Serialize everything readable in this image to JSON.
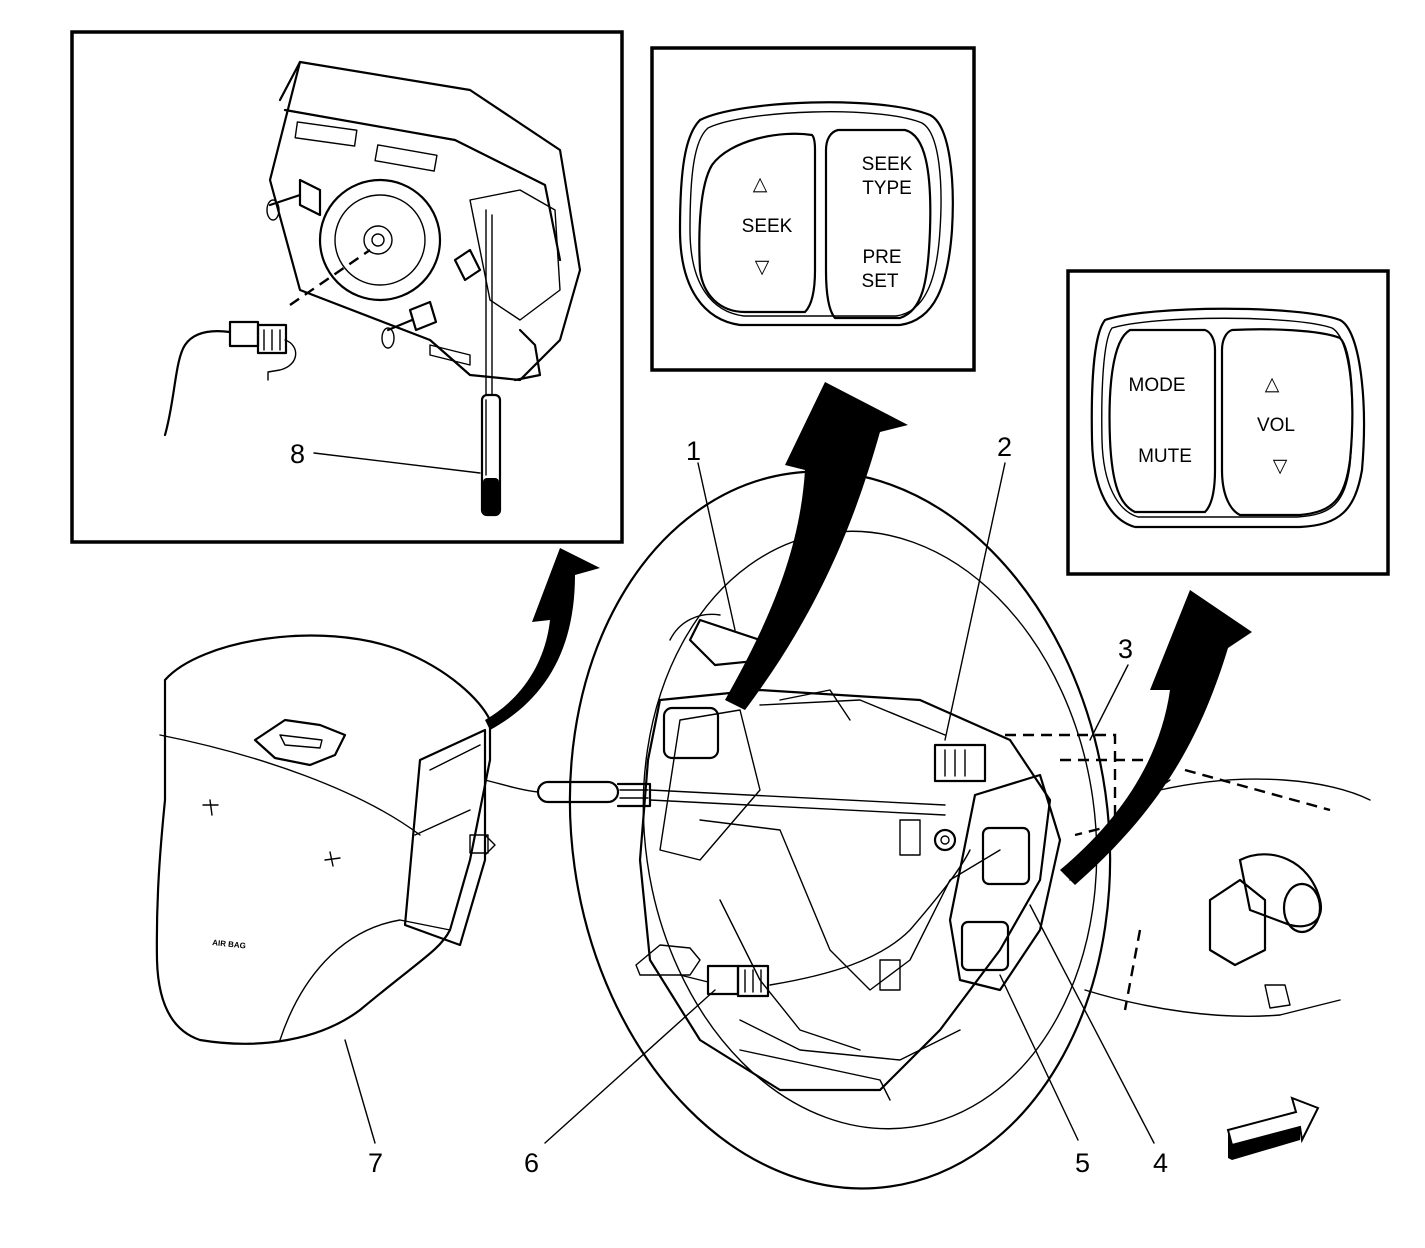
{
  "callouts": {
    "c1": "1",
    "c2": "2",
    "c3": "3",
    "c4": "4",
    "c5": "5",
    "c6": "6",
    "c7": "7",
    "c8": "8"
  },
  "left_switch_panel": {
    "seek_label": "SEEK",
    "seek_type_line1": "SEEK",
    "seek_type_line2": "TYPE",
    "preset_line1": "PRE",
    "preset_line2": "SET",
    "up_symbol": "△",
    "down_symbol": "▽"
  },
  "right_switch_panel": {
    "mode_label": "MODE",
    "mute_label": "MUTE",
    "vol_label": "VOL",
    "up_symbol": "△",
    "down_symbol": "▽"
  },
  "airbag_module": {
    "air_bag_text": "AIR BAG"
  },
  "colors": {
    "ink": "#000000",
    "paper": "#ffffff"
  }
}
